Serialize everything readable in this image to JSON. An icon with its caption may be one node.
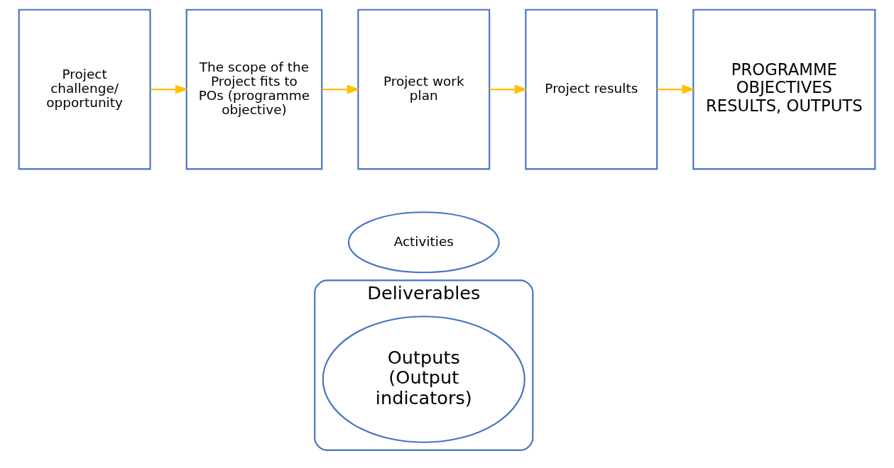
{
  "diagram": {
    "nodes": [
      {
        "text": [
          "Project challenge/ opportunity"
        ]
      },
      {
        "text": [
          "The scope of the Project fits to POs (programme objective)"
        ]
      },
      {
        "text": [
          "Project work plan"
        ]
      },
      {
        "text": [
          "Project results"
        ]
      },
      {
        "text": [
          "PROGRAMME OBJECTIVES RESULTS, OUTPUTS"
        ]
      },
      {
        "text": [
          "Activities"
        ]
      },
      {
        "text": [
          "Deliverables"
        ]
      },
      {
        "text": [
          "Outputs",
          "(Output indicators)"
        ],
        "in": 6
      }
    ],
    "edges": [
      {
        "from": 0,
        "to": 1,
        "arrow": "to"
      },
      {
        "from": 1,
        "to": 2,
        "arrow": "to"
      },
      {
        "from": 2,
        "to": 3,
        "arrow": "to"
      },
      {
        "from": 3,
        "to": 4,
        "arrow": "to"
      }
    ]
  }
}
